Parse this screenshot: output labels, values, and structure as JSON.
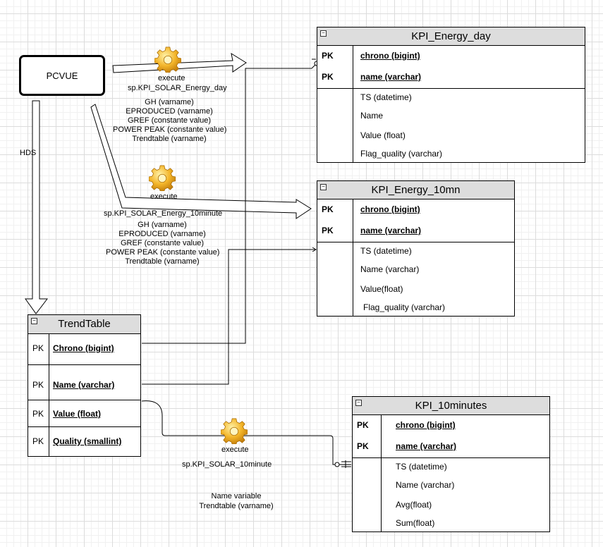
{
  "source_box": {
    "label": "PCVUE"
  },
  "hds_label": "HDS",
  "procedures": [
    {
      "execute_label": "execute",
      "name": "sp.KPI_SOLAR_Energy_day",
      "params": [
        "GH (varname)",
        "EPRODUCED (varname)",
        "GREF (constante value)",
        "POWER PEAK (constante value)",
        "Trendtable (varname)"
      ]
    },
    {
      "execute_label": "execute",
      "name": "sp.KPI_SOLAR_Energy_10minute",
      "params": [
        "GH (varname)",
        "EPRODUCED (varname)",
        "GREF (constante value)",
        "POWER PEAK (constante value)",
        "Trendtable (varname)"
      ]
    },
    {
      "execute_label": "execute",
      "name": "sp.KPI_SOLAR_10minute",
      "params": [
        "Name variable",
        "Trendtable (varname)"
      ]
    }
  ],
  "tables": {
    "kpi_energy_day": {
      "title": "KPI_Energy_day",
      "pk_label": "PK",
      "keys": [
        "chrono (bigint)",
        "name (varchar)"
      ],
      "attributes": [
        "TS (datetime)",
        "Name",
        "Value (float)",
        "Flag_quality (varchar)"
      ]
    },
    "kpi_energy_10mn": {
      "title": "KPI_Energy_10mn",
      "pk_label": "PK",
      "keys": [
        "chrono (bigint)",
        "name (varchar)"
      ],
      "attributes": [
        "TS (datetime)",
        "Name (varchar)",
        "Value(float)",
        "Flag_quality (varchar)"
      ]
    },
    "trendtable": {
      "title": "TrendTable",
      "pk_label": "PK",
      "rows": [
        "Chrono (bigint)",
        "Name (varchar)",
        "Value (float)",
        "Quality (smallint)"
      ]
    },
    "kpi_10minutes": {
      "title": "KPI_10minutes",
      "pk_label": "PK",
      "keys": [
        "chrono (bigint)",
        "name (varchar)"
      ],
      "attributes": [
        "TS (datetime)",
        "Name (varchar)",
        "Avg(float)",
        "Sum(float)"
      ]
    }
  },
  "icons": {
    "procedure": "gear-icon",
    "collapse": "collapse-icon"
  }
}
